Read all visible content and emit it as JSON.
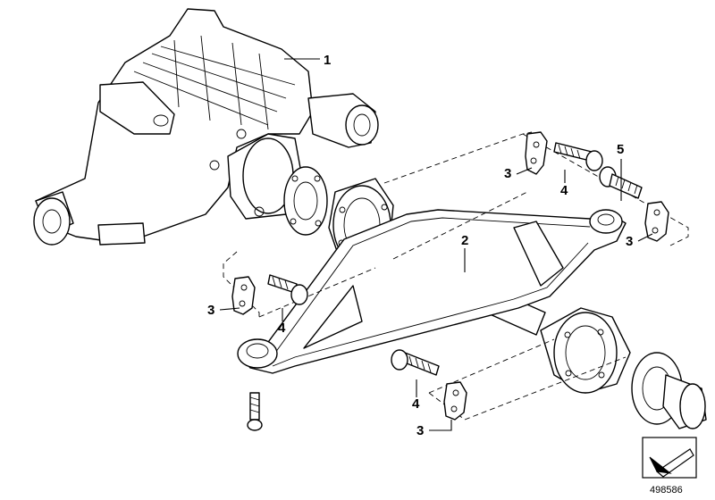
{
  "callouts": {
    "c1": "1",
    "c2": "2",
    "c3a": "3",
    "c3b": "3",
    "c3c": "3",
    "c3d": "3",
    "c4a": "4",
    "c4b": "4",
    "c4c": "4",
    "c5": "5"
  },
  "reference_number": "498586",
  "icons": {
    "direction": "arrow-direction-icon"
  }
}
